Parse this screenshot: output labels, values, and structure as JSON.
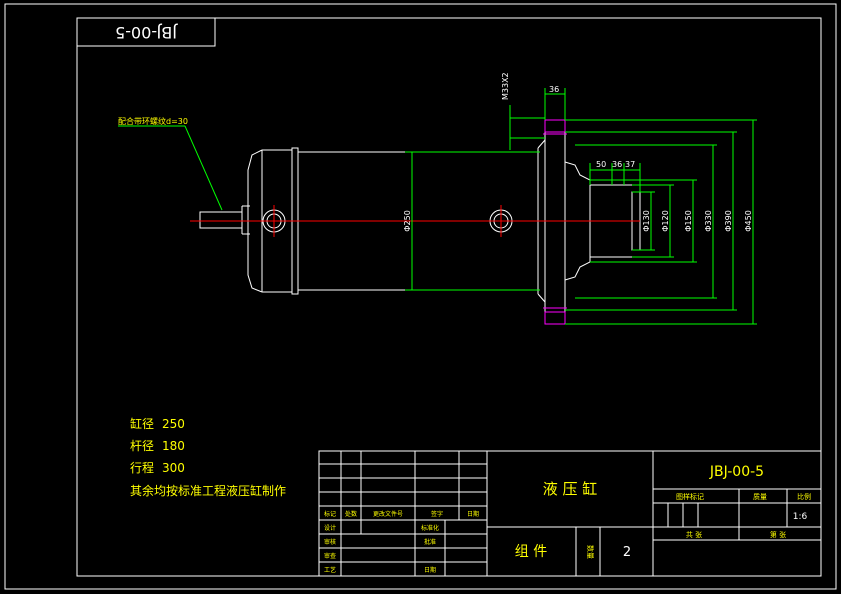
{
  "drawing_number_flipped": "JBJ-00-5",
  "drawing_number": "JBJ-00-5",
  "callouts": {
    "port": "M33X2",
    "pin": "配合带环螺纹d=30",
    "dim_36_top": "36"
  },
  "dimensions": {
    "d_body": "Φ250",
    "d_flange1": "Φ330",
    "d_flange2": "Φ390",
    "d_flange3": "Φ450",
    "d_rod1": "Φ130",
    "d_rod2": "Φ120",
    "d_rod3": "Φ150",
    "len_50": "50",
    "len_36": "36",
    "len_37": "37"
  },
  "specs": [
    {
      "label": "缸径",
      "value": "250"
    },
    {
      "label": "杆径",
      "value": "180"
    },
    {
      "label": "行程",
      "value": "300"
    }
  ],
  "spec_note": "其余均按标准工程液压缸制作",
  "title_block": {
    "part_name": "液 压 缸",
    "assembly": "组 件",
    "qty_label": "数量",
    "qty": "2",
    "stage_label": "图样标记",
    "weight_label": "质量",
    "scale_label": "比例",
    "scale": "1:6",
    "sheet_total": "共 张",
    "sheet_no": "第 张",
    "rev_headers": [
      "标记",
      "处数",
      "更改文件号",
      "签字",
      "日期"
    ],
    "roles": [
      {
        "role": "设计",
        "name": "标准化"
      },
      {
        "role": "审核",
        "name": "批准"
      },
      {
        "role": "审查",
        "name": ""
      },
      {
        "role": "工艺",
        "name": "日期"
      }
    ]
  }
}
